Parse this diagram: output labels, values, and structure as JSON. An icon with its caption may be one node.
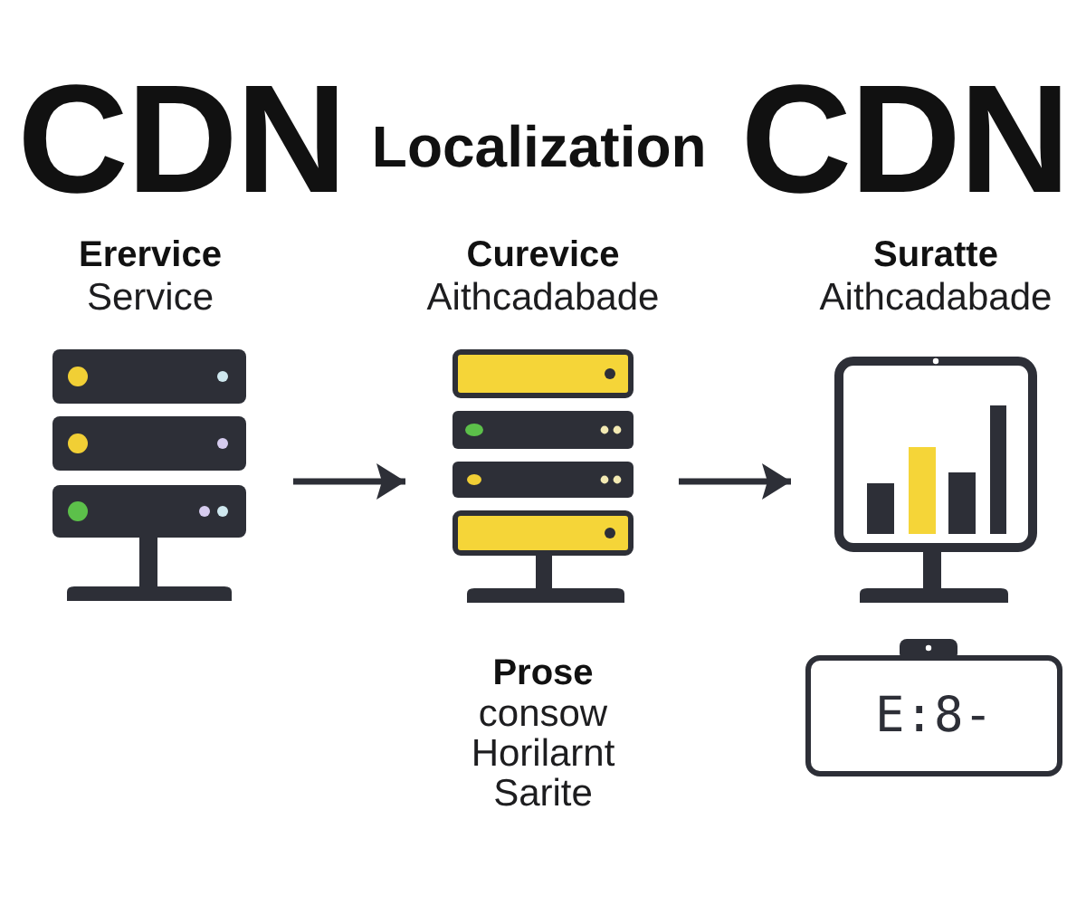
{
  "diagram": {
    "title": "CDN Localization CDN",
    "nodes": [
      {
        "text": [
          "Erervice",
          "Service"
        ]
      },
      {
        "text": [
          "Curevice",
          "Aithcadabade"
        ],
        "beside": [
          "Prose",
          "consow Horilarnt Sarite"
        ]
      },
      {
        "text": [
          "Suratte",
          "Aithcadabade"
        ]
      },
      {
        "text": [
          "E:8-"
        ]
      }
    ],
    "edges": [
      {
        "from": 0,
        "to": 1,
        "arrow": "to"
      },
      {
        "from": 1,
        "to": 2,
        "arrow": "to"
      }
    ]
  }
}
